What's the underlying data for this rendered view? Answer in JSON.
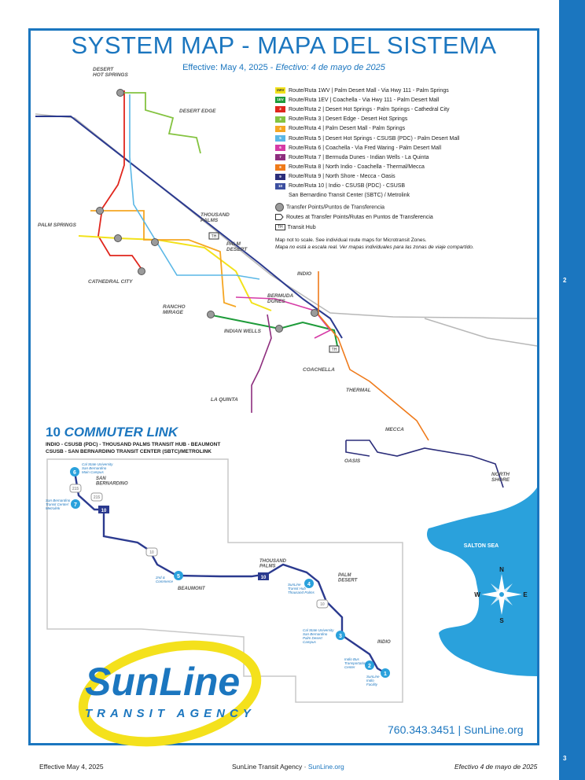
{
  "page": {
    "title": "SYSTEM MAP - MAPA DEL SISTEMA",
    "effective_en": "Effective: May 4, 2025 -",
    "effective_es": "Efectivo: 4 de mayo de 2025",
    "side_numbers": [
      "2",
      "3"
    ]
  },
  "legend": {
    "routes": [
      {
        "badge": "1WV",
        "color": "#f2e21b",
        "label": "Route/Ruta 1WV | Palm Desert Mall - Via Hwy 111 - Palm Springs"
      },
      {
        "badge": "1EV",
        "color": "#1e9b3a",
        "label": "Route/Ruta 1EV | Coachella - Via Hwy 111 - Palm Desert Mall"
      },
      {
        "badge": "2",
        "color": "#e0261d",
        "label": "Route/Ruta 2 | Desert Hot Springs - Palm Springs - Cathedral City"
      },
      {
        "badge": "3",
        "color": "#84c340",
        "label": "Route/Ruta 3 | Desert Edge - Desert Hot Springs"
      },
      {
        "badge": "4",
        "color": "#f5a623",
        "label": "Route/Ruta 4 | Palm Desert Mall - Palm Springs"
      },
      {
        "badge": "5",
        "color": "#5ab7e6",
        "label": "Route/Ruta 5 | Desert Hot Springs - CSUSB (PDC) - Palm Desert Mall"
      },
      {
        "badge": "6",
        "color": "#d63ba6",
        "label": "Route/Ruta 6 | Coachella - Via Fred Waring - Palm Desert Mall"
      },
      {
        "badge": "7",
        "color": "#8e2e7e",
        "label": "Route/Ruta 7 | Bermuda Dunes - Indian Wells - La Quinta"
      },
      {
        "badge": "8",
        "color": "#ef7a1a",
        "label": "Route/Ruta 8 | North Indio - Coachella - Thermal/Mecca"
      },
      {
        "badge": "9",
        "color": "#2b2d7a",
        "label": "Route/Ruta 9 | North Shore - Mecca - Oasis"
      },
      {
        "badge": "10",
        "color": "#3c4fa0",
        "label": "Route/Ruta 10 | Indio - CSUSB (PDC) - CSUSB"
      }
    ],
    "route10_cont": "San Bernardino Transit Center (SBTC) / Metrolink",
    "transfer_points": "Transfer Points/Puntos de Transferencia",
    "routes_at_transfer": "Routes at Transfer Points/Rutas en Puntos de Transferencia",
    "transit_hub": "Transit Hub",
    "hub_abbr": "TH",
    "note_en": "Map not to scale. See individual route maps for Microtransit Zones.",
    "note_es": "Mapa no está a escala real. Ver mapas individuales para las zonas de viaje compartido."
  },
  "map": {
    "places": {
      "desert_hot_springs": "DESERT\nHOT SPRINGS",
      "desert_edge": "DESERT EDGE",
      "palm_springs": "PALM SPRINGS",
      "cathedral_city": "CATHEDRAL CITY",
      "thousand_palms": "THOUSAND\nPALMS",
      "palm_desert": "PALM\nDESERT",
      "rancho_mirage": "RANCHO\nMIRAGE",
      "indian_wells": "INDIAN WELLS",
      "bermuda_dunes": "BERMUDA\nDUNES",
      "indio": "INDIO",
      "coachella": "COACHELLA",
      "la_quinta": "LA QUINTA",
      "thermal": "THERMAL",
      "mecca": "MECCA",
      "oasis": "OASIS",
      "north_shore": "NORTH\nSHORE",
      "salton_sea": "SALTON SEA"
    },
    "compass": {
      "n": "N",
      "s": "S",
      "e": "E",
      "w": "W"
    }
  },
  "commuter": {
    "number": "10",
    "title": "COMMUTER LINK",
    "line1": "INDIO - CSUSB (PDC) - THOUSAND PALMS TRANSIT HUB - BEAUMONT",
    "line2": "CSUSB - SAN BERNARDINO TRANSIT CENTER (SBTC)/METROLINK",
    "places": {
      "san_bernardino": "SAN\nBERNARDINO",
      "beaumont": "BEAUMONT",
      "thousand_palms": "THOUSAND\nPALMS",
      "palm_desert": "PALM\nDESERT",
      "indio": "INDIO"
    },
    "stops": [
      {
        "num": "1",
        "label": "SunLine\nIndio\nFacility"
      },
      {
        "num": "2",
        "label": "Indio Bus\nTransportation\nCenter"
      },
      {
        "num": "3",
        "label": "Cal State University\nSan Bernardino\nPalm Desert\nCampus"
      },
      {
        "num": "4",
        "label": "SunLine\nTransit Hub\nThousand Palms"
      },
      {
        "num": "5",
        "label": "2nd &\nCommerce"
      },
      {
        "num": "6",
        "label": "Cal State University\nSan Bernardino\nMain Campus"
      },
      {
        "num": "7",
        "label": "San Bernardino\nTransit Center/\nMetrolink"
      }
    ],
    "shields": [
      "215",
      "215",
      "10",
      "10"
    ]
  },
  "logo": {
    "word": "SunLine",
    "sub": "TRANSIT AGENCY"
  },
  "contact": {
    "phone": "760.343.3451 | SunLine.org"
  },
  "footer": {
    "left": "Effective May 4, 2025",
    "center_text": "SunLine Transit Agency · ",
    "center_link": "SunLine.org",
    "right": "Efectivo 4 de mayo de 2025"
  },
  "colors": {
    "brand_blue": "#1b76bf",
    "logo_yellow": "#f4e11c",
    "sea_blue": "#2aa1dc"
  }
}
